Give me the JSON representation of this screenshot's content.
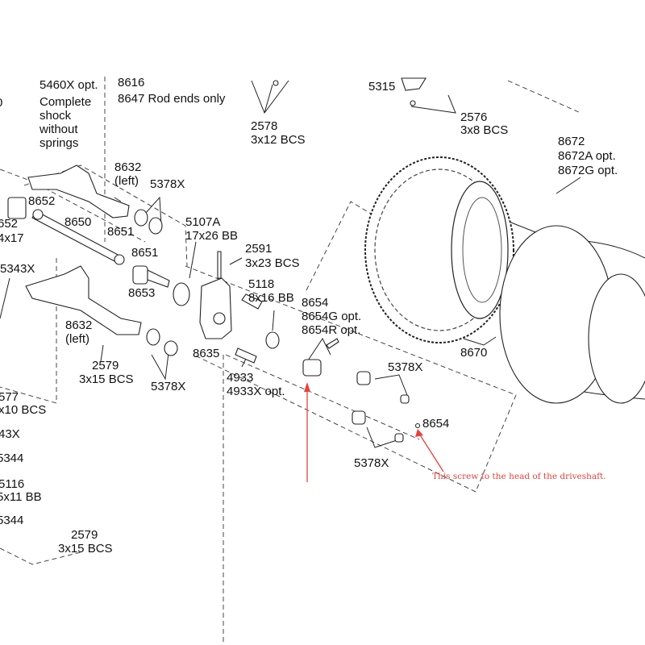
{
  "labels": {
    "edge_0": "0",
    "shock_opt": "5460X opt.",
    "shock_l1": "Complete",
    "shock_l2": "shock",
    "shock_l3": "without",
    "shock_l4": "springs",
    "rod_top": "8616",
    "rod_ends": "8647 Rod ends only",
    "p2578": "2578",
    "p2578_size": "3x12 BCS",
    "p5315": "5315",
    "p2576": "2576",
    "p2576_size": "3x8 BCS",
    "p8672": "8672",
    "p8672A": "8672A opt.",
    "p8672G": "8672G opt.",
    "p8632_top": "8632",
    "p8632_top_side": "(left)",
    "p5378X_a": "5378X",
    "p8652": "8652",
    "p652": "652",
    "p4x17": "4x17",
    "p8650": "8650",
    "p5107A": "5107A",
    "p5107A_size": "17x26 BB",
    "p8651_a": "8651",
    "p2591": "2591",
    "p2591_size": "3x23 BCS",
    "p8651_b": "8651",
    "p5343X": "5343X",
    "p5118": "5118",
    "p5118_size": "8x16 BB",
    "p8653": "8653",
    "p8654": "8654",
    "p8654G": "8654G opt.",
    "p8654R": "8654R opt.",
    "p8632_bot": "8632",
    "p8632_bot_side": "(left)",
    "p8635": "8635",
    "p8670": "8670",
    "p2579_a": "2579",
    "p2579_a_size": "3x15 BCS",
    "p5378X_b": "5378X",
    "p4933": "4933",
    "p4933X": "4933X opt.",
    "p5378X_c": "5378X",
    "p577": "577",
    "p577_size": "x10 BCS",
    "p8654_screw": "8654",
    "p43X": "43X",
    "p5378X_d": "5378X",
    "p5344_a": "5344",
    "p5116": "5116",
    "p5116_size": "5x11 BB",
    "p5344_b": "5344",
    "p2579_b": "2579",
    "p2579_b_size": "3x15 BCS"
  },
  "annotation": {
    "text": "This screw to the head of the driveshaft.",
    "color": "#e8413c"
  }
}
